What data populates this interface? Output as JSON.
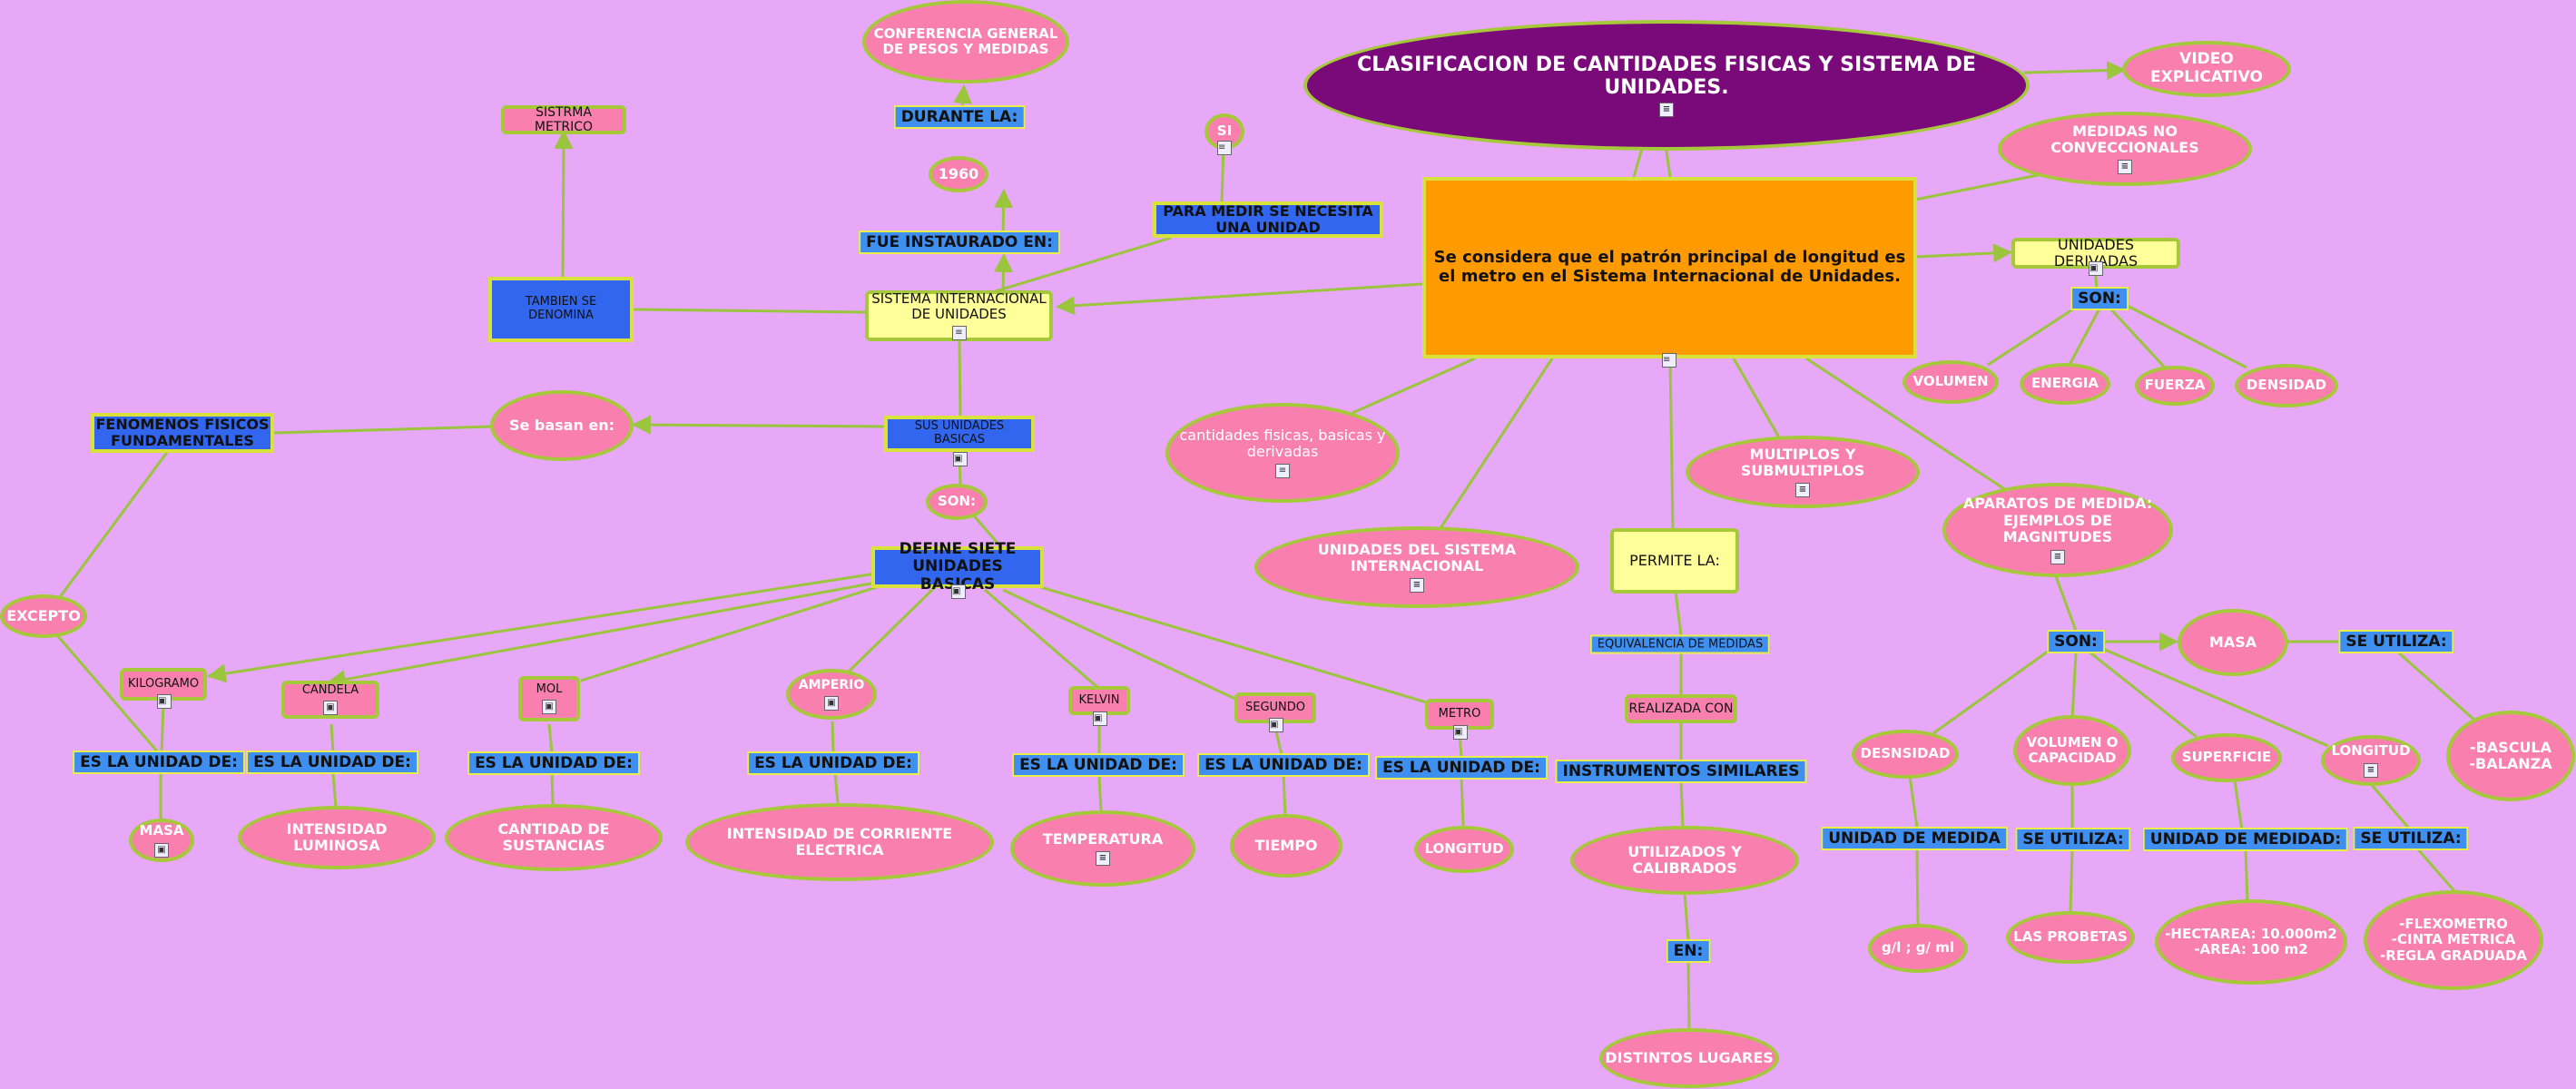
{
  "title": "CLASIFICACION DE CANTIDADES FISICAS Y SISTEMA DE UNIDADES.",
  "central": "Se considera que el patrón principal de longitud es el metro en el Sistema Internacional de Unidades.",
  "video": "VIDEO EXPLICATIVO",
  "medidas_no_conv": "MEDIDAS NO CONVECCIONALES",
  "unidades_derivadas": "UNIDADES DERIVADAS",
  "son_derivadas": "SON:",
  "derivadas": [
    "VOLUMEN",
    "ENERGIA",
    "FUERZA",
    "DENSIDAD"
  ],
  "cantidades": "cantidades fisicas, basicas y derivadas",
  "unidades_si": "UNIDADES DEL SISTEMA INTERNACIONAL",
  "multiplos": "MULTIPLOS Y SUBMULTIPLOS",
  "permite": "PERMITE LA:",
  "equivalencia": "EQUIVALENCIA DE MEDIDAS",
  "realizada": "REALIZADA CON",
  "instrumentos": "INSTRUMENTOS SIMILARES",
  "utilizados": "UTILIZADOS Y CALIBRADOS",
  "en": "EN:",
  "distintos": "DISTINTOS LUGARES",
  "aparatos": "APARATOS DE MEDIDA: EJEMPLOS DE MAGNITUDES",
  "son_aparatos": "SON:",
  "masa_ap": "MASA",
  "se_utiliza_1": "SE UTILIZA:",
  "bascula": "-BASCULA\n-BALANZA",
  "densidad_ap": "DESNSIDAD",
  "volumen_cap": "VOLUMEN O CAPACIDAD",
  "superficie": "SUPERFICIE",
  "longitud_ap": "LONGITUD",
  "unidad_medida": "UNIDAD DE MEDIDA",
  "se_utiliza_2": "SE UTILIZA:",
  "unidad_medida_2": "UNIDAD DE MEDIDAD:",
  "se_utiliza_3": "SE UTILIZA:",
  "gl": "g/l ; g/ ml",
  "probetas": "LAS PROBETAS",
  "hectarea": "-HECTAREA: 10.000m2\n-AREA: 100 m2",
  "flexometro": "-FLEXOMETRO\n-CINTA METRICA\n-REGLA GRADUADA",
  "si_node": "SISTEMA INTERNACIONAL DE UNIDADES",
  "fue_instaurado": "FUE INSTAURADO EN:",
  "anio": "1960",
  "durante": "DURANTE LA:",
  "conferencia": "CONFERENCIA GENERAL DE PESOS Y MEDIDAS",
  "para_medir": "PARA MEDIR SE NECESITA UNA UNIDAD",
  "si": "SI",
  "tambien": "TAMBIEN SE DENOMINA",
  "sistrma": "SISTRMA METRICO",
  "sus_unidades": "SUS UNIDADES BASICAS",
  "se_basan": "Se basan en:",
  "fenomenos": "FENOMENOS FISICOS FUNDAMENTALES",
  "excepto": "EXCEPTO",
  "son_basicas": "SON:",
  "define": "DEFINE SIETE UNIDADES BASICAS",
  "basicas": [
    {
      "unit": "KILOGRAMO",
      "label": "ES LA UNIDAD DE:",
      "quantity": "MASA"
    },
    {
      "unit": "CANDELA",
      "label": "ES LA UNIDAD DE:",
      "quantity": "INTENSIDAD LUMINOSA"
    },
    {
      "unit": "MOL",
      "label": "ES LA UNIDAD DE:",
      "quantity": "CANTIDAD DE SUSTANCIAS"
    },
    {
      "unit": "AMPERIO",
      "label": "ES LA UNIDAD DE:",
      "quantity": "INTENSIDAD DE CORRIENTE ELECTRICA"
    },
    {
      "unit": "KELVIN",
      "label": "ES LA UNIDAD DE:",
      "quantity": "TEMPERATURA"
    },
    {
      "unit": "SEGUNDO",
      "label": "ES LA UNIDAD DE:",
      "quantity": "TIEMPO"
    },
    {
      "unit": "METRO",
      "label": "ES LA UNIDAD DE:",
      "quantity": "LONGITUD"
    }
  ],
  "colors": {
    "background": "#e6a8f7",
    "node": "#f97fae",
    "link": "#9bc53d",
    "header": "#7a0a7a",
    "central": "#ff9a00"
  }
}
